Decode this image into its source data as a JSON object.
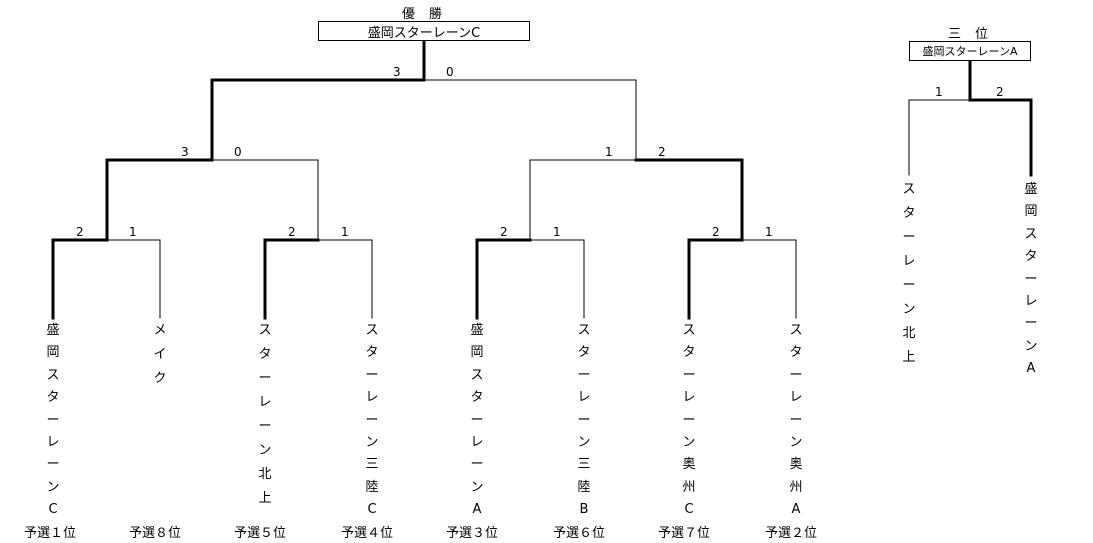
{
  "final": {
    "title": "優勝",
    "champion": "盛岡スターレーンC",
    "scores": [
      "3",
      "0"
    ]
  },
  "semis": [
    {
      "scores": [
        "3",
        "0"
      ]
    },
    {
      "scores": [
        "1",
        "2"
      ]
    }
  ],
  "quarters": [
    {
      "scores": [
        "2",
        "1"
      ]
    },
    {
      "scores": [
        "2",
        "1"
      ]
    },
    {
      "scores": [
        "2",
        "1"
      ]
    },
    {
      "scores": [
        "2",
        "1"
      ]
    }
  ],
  "teams": [
    {
      "name": "盛岡スターレーンC",
      "rank": "予選１位"
    },
    {
      "name": "メイク",
      "rank": "予選８位"
    },
    {
      "name": "スターレーン北上",
      "rank": "予選５位"
    },
    {
      "name": "スターレーン三陸C",
      "rank": "予選４位"
    },
    {
      "name": "盛岡スターレーンA",
      "rank": "予選３位"
    },
    {
      "name": "スターレーン三陸B",
      "rank": "予選６位"
    },
    {
      "name": "スターレーン奥州C",
      "rank": "予選７位"
    },
    {
      "name": "スターレーン奥州A",
      "rank": "予選２位"
    }
  ],
  "third_place": {
    "title": "三位",
    "winner": "盛岡スターレーンA",
    "scores": [
      "1",
      "2"
    ],
    "teams": [
      {
        "name": "スターレーン北上"
      },
      {
        "name": "盛岡スターレーンA"
      }
    ]
  }
}
